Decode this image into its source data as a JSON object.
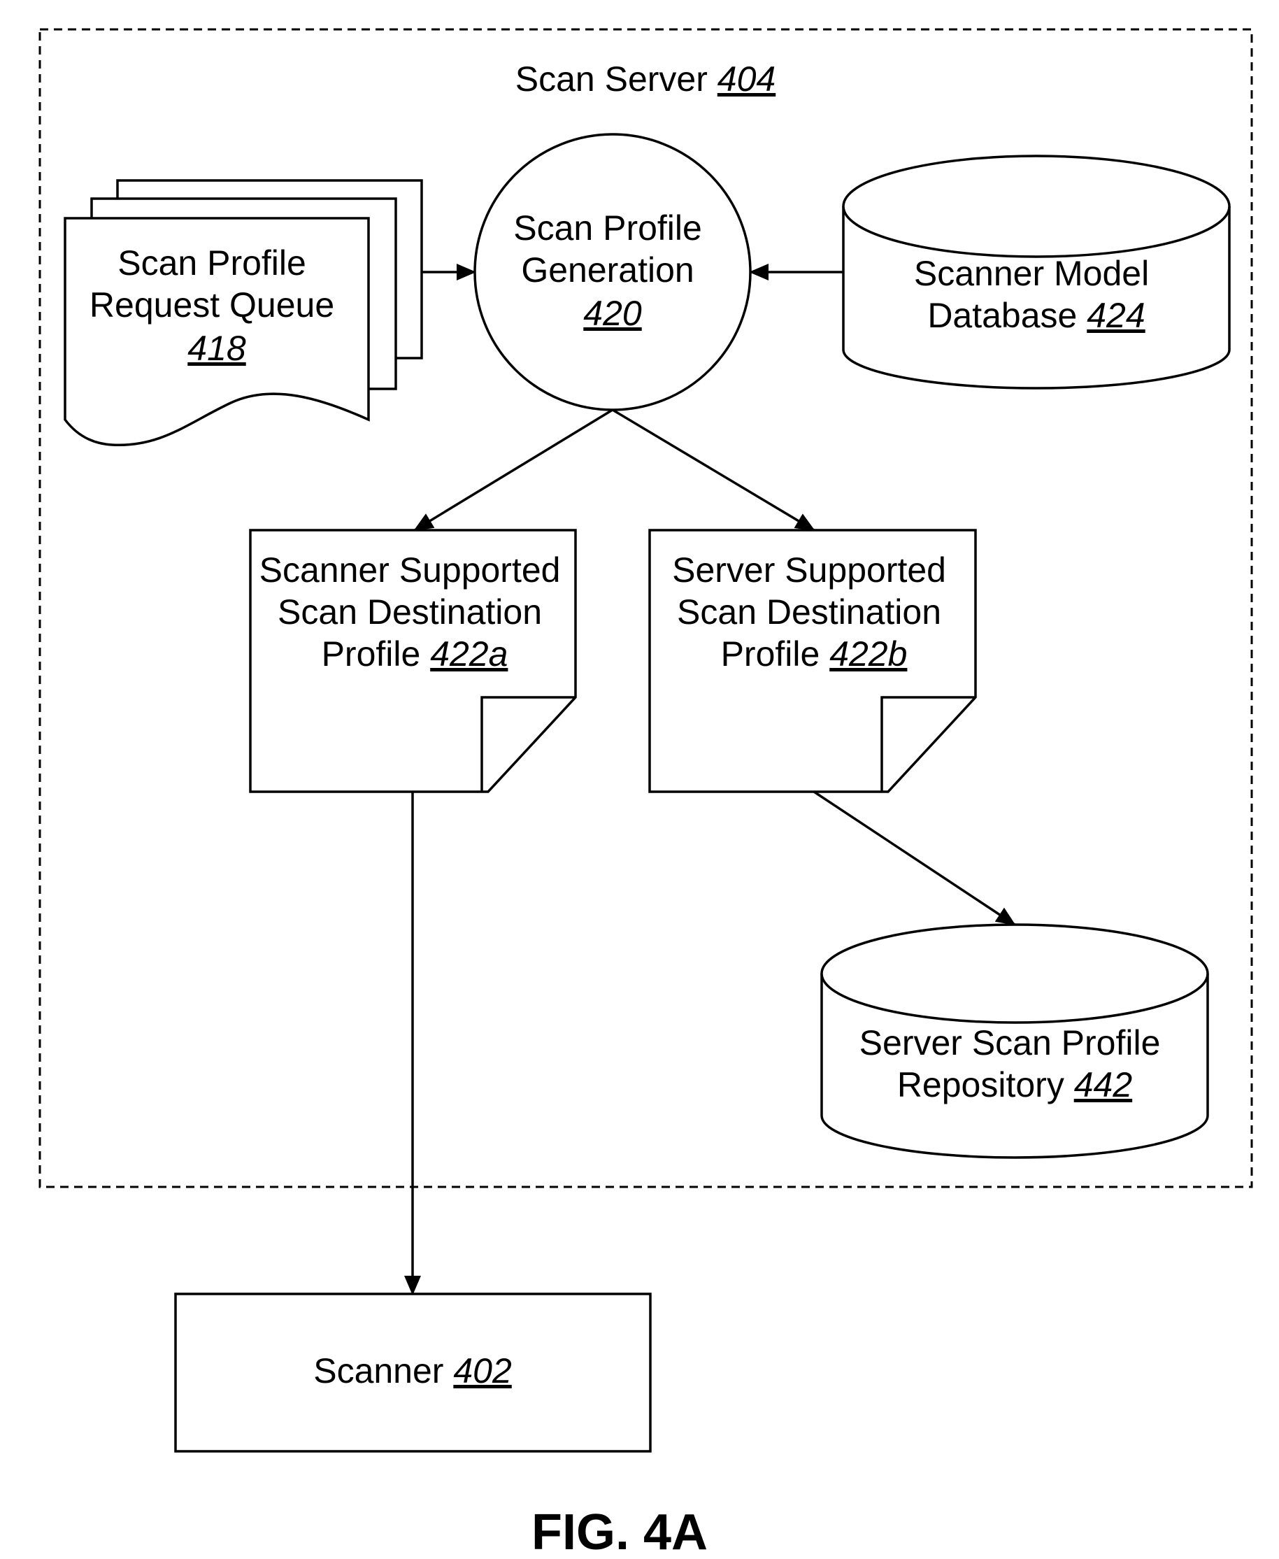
{
  "server": {
    "label": "Scan Server ",
    "ref": "404"
  },
  "queue": {
    "line1": "Scan Profile",
    "line2": "Request Queue",
    "ref": "418"
  },
  "generation": {
    "line1": "Scan Profile",
    "line2": "Generation",
    "ref": "420"
  },
  "model_db": {
    "line1": "Scanner Model",
    "line2": "Database ",
    "ref": "424"
  },
  "profile_a": {
    "line1": "Scanner Supported",
    "line2": "Scan Destination",
    "line3": "Profile ",
    "ref": "422a"
  },
  "profile_b": {
    "line1": "Server Supported",
    "line2": "Scan Destination",
    "line3": "Profile ",
    "ref": "422b"
  },
  "repository": {
    "line1": "Server Scan Profile",
    "line2": "Repository ",
    "ref": "442"
  },
  "scanner": {
    "label": "Scanner ",
    "ref": "402"
  },
  "figure": {
    "label": "FIG. 4A"
  }
}
